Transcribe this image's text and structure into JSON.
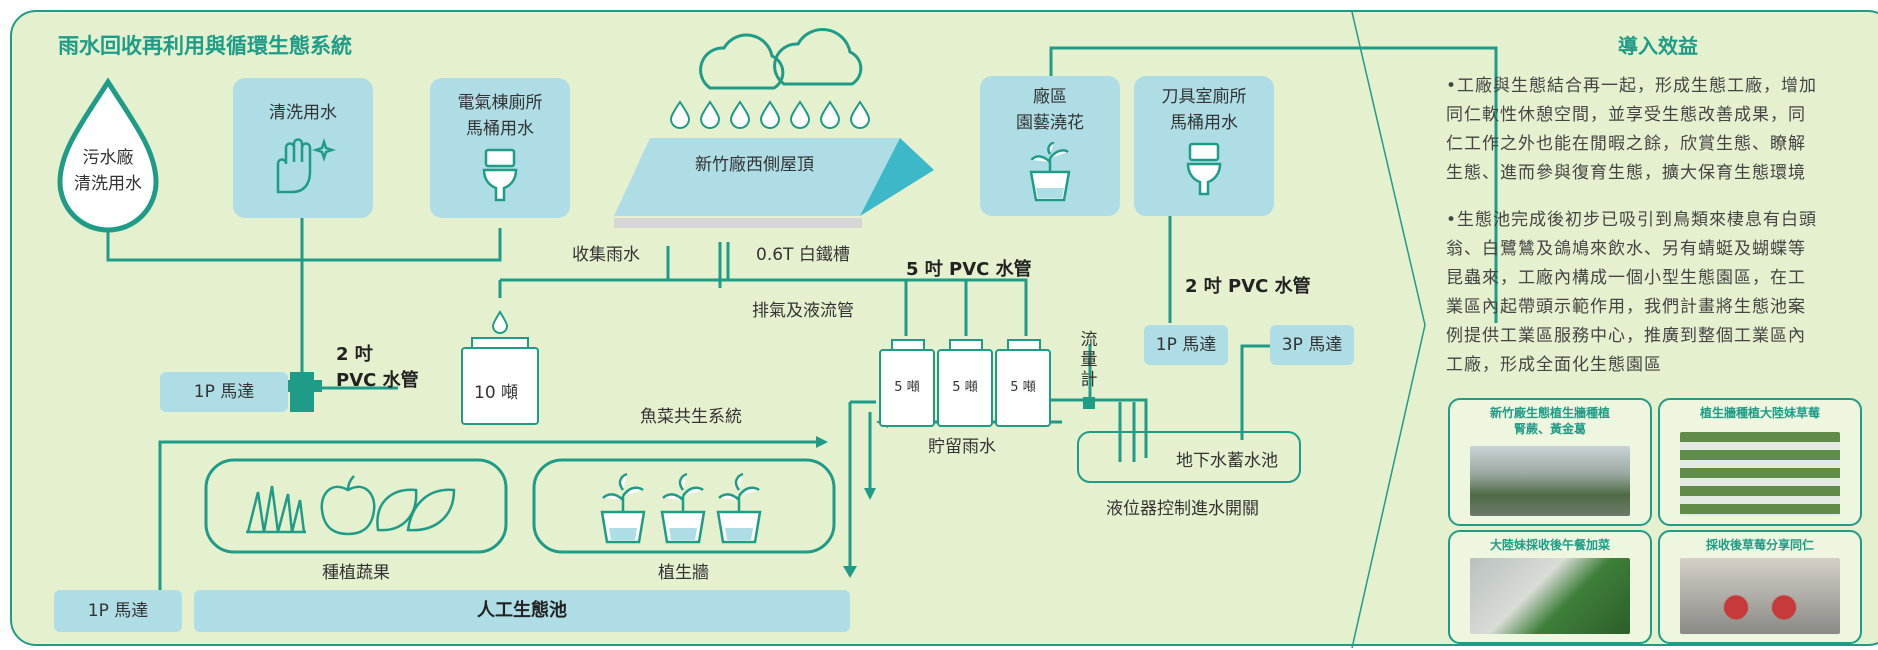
{
  "title": "雨水回收再利用與循環生態系統",
  "drop_label": [
    "污水廠",
    "清洗用水"
  ],
  "cards": {
    "cleaning": "清洗用水",
    "electric_toilet": [
      "電氣棟廁所",
      "馬桶用水"
    ],
    "garden": [
      "廠區",
      "園藝澆花"
    ],
    "tool_toilet": [
      "刀具室廁所",
      "馬桶用水"
    ]
  },
  "roof_label": "新竹廠西側屋頂",
  "collect_label": "收集雨水",
  "gutter_label": "0.6T 白鐵槽",
  "pvc5_label": "5 吋 PVC 水管",
  "vent_label": "排氣及液流管",
  "pvc2_right_label": "2 吋 PVC 水管",
  "pvc2_left_label": [
    "2 吋",
    "PVC 水管"
  ],
  "tank10_label": "10 噸",
  "tank5_label": "5 噸",
  "flowmeter_label": [
    "流",
    "量",
    "計"
  ],
  "motor_1p": "1P 馬達",
  "motor_3p": "3P 馬達",
  "aquaponics_label": "魚菜共生系統",
  "storage_label": "貯留雨水",
  "underground_label": "地下水蓄水池",
  "level_switch_label": "液位器控制進水開關",
  "veg_label": "種植蔬果",
  "wall_label": "植生牆",
  "pond_label": "人工生態池",
  "benefits": {
    "title": "導入效益",
    "bullets": [
      [
        "•工廠與生態結合再一起，形成生態工廠，增加",
        "同仁軟性休憩空間，並享受生態改善成果，同",
        "仁工作之外也能在閒暇之餘，欣賞生態、瞭解",
        "生態、進而參與復育生態，擴大保育生態環境"
      ],
      [
        "•生態池完成後初步已吸引到鳥類來棲息有白頭",
        "翁、白鷺鷥及鴿鳩來飲水、另有蜻蜓及蝴蝶等",
        "昆蟲來，工廠內構成一個小型生態園區，在工",
        "業區內起帶頭示範作用，我們計畫將生態池案",
        "例提供工業區服務中心，推廣到整個工業區內",
        "工廠，形成全面化生態園區"
      ]
    ],
    "photos": [
      [
        "新竹廠生態植生牆種植",
        "腎蕨、黃金葛"
      ],
      [
        "植生牆種植大陸妹草莓"
      ],
      [
        "大陸妹採收後午餐加菜"
      ],
      [
        "採收後草莓分享同仁"
      ]
    ]
  },
  "colors": {
    "accent": "#1f9c88",
    "card": "#aedde6",
    "background": "#e5f0cf"
  }
}
